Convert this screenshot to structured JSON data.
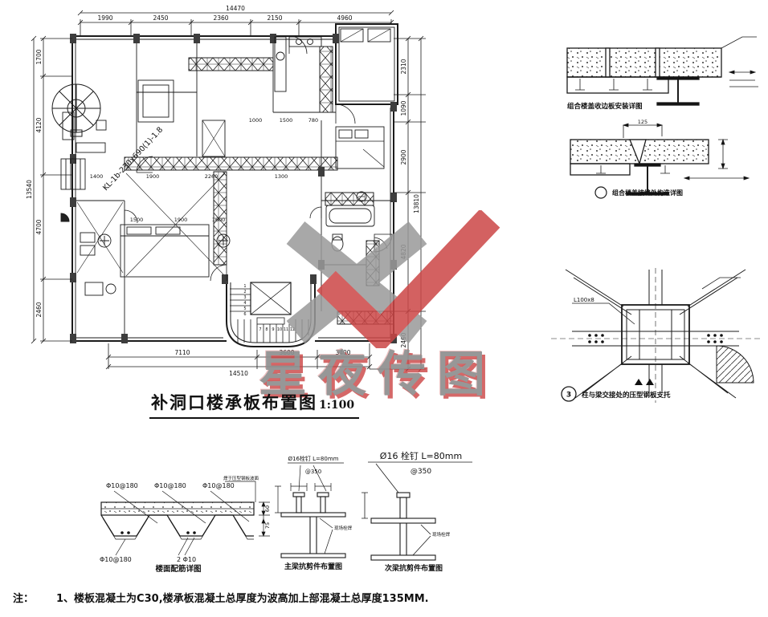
{
  "watermark": {
    "text": "星夜传图"
  },
  "title": {
    "text": "补洞口楼承板布置图",
    "scale": "1:100"
  },
  "note": {
    "prefix": "注：",
    "item": "1、楼板混凝土为C30,楼承板混凝土总厚度为波高加上部混凝土总厚度135MM."
  },
  "plan": {
    "beam_label": "KL-1b-230x690(1)-1.8",
    "dims_top": {
      "overall": "14470",
      "segments": [
        "1990",
        "2450",
        "2360",
        "2150",
        "4960"
      ]
    },
    "dims_left": {
      "overall": "13540",
      "segments": [
        "1700",
        "4120",
        "4700",
        "2460"
      ]
    },
    "dims_right": {
      "overall": "13810",
      "segments": [
        "2310",
        "1090",
        "2900",
        "4820",
        "2460"
      ]
    },
    "dims_bottom": {
      "overall": "14510",
      "segments": [
        "7110",
        "3600",
        "3400"
      ]
    },
    "inner_dims": [
      "1400",
      "1900",
      "2260",
      "1300",
      "1000",
      "1500",
      "780",
      "1500",
      "1900",
      "1600"
    ],
    "stair_numbers": [
      "1",
      "2",
      "3",
      "4",
      "5",
      "6",
      "7",
      "8",
      "9",
      "10",
      "11",
      "12"
    ]
  },
  "details": {
    "edge": {
      "caption": "组合楼盖收边板安装详图"
    },
    "joint": {
      "caption": "组合楼盖接缝处构造详图",
      "dim": "125"
    },
    "bracket": {
      "number": "3",
      "caption": "柱与梁交接处的压型钢板支托",
      "angle_label": "L100x8"
    },
    "rebar": {
      "caption": "楼面配筋详图",
      "mesh_label": "Φ10@180",
      "bottom_label": "Φ10@180",
      "valley_label": "2 Φ10",
      "dim_top": "60",
      "dim_bottom": "75",
      "note": "焊于压型钢板波面"
    },
    "main_beam": {
      "caption": "主梁抗剪件布置图",
      "stud_label": "Ø16栓钉 L=80mm",
      "spacing": "@350",
      "weld_note": "现场栓焊"
    },
    "sec_beam": {
      "caption": "次梁抗剪件布置图",
      "stud_label": "Ø16 栓钉  L=80mm",
      "spacing": "@350",
      "weld_note": "现场栓焊"
    }
  }
}
